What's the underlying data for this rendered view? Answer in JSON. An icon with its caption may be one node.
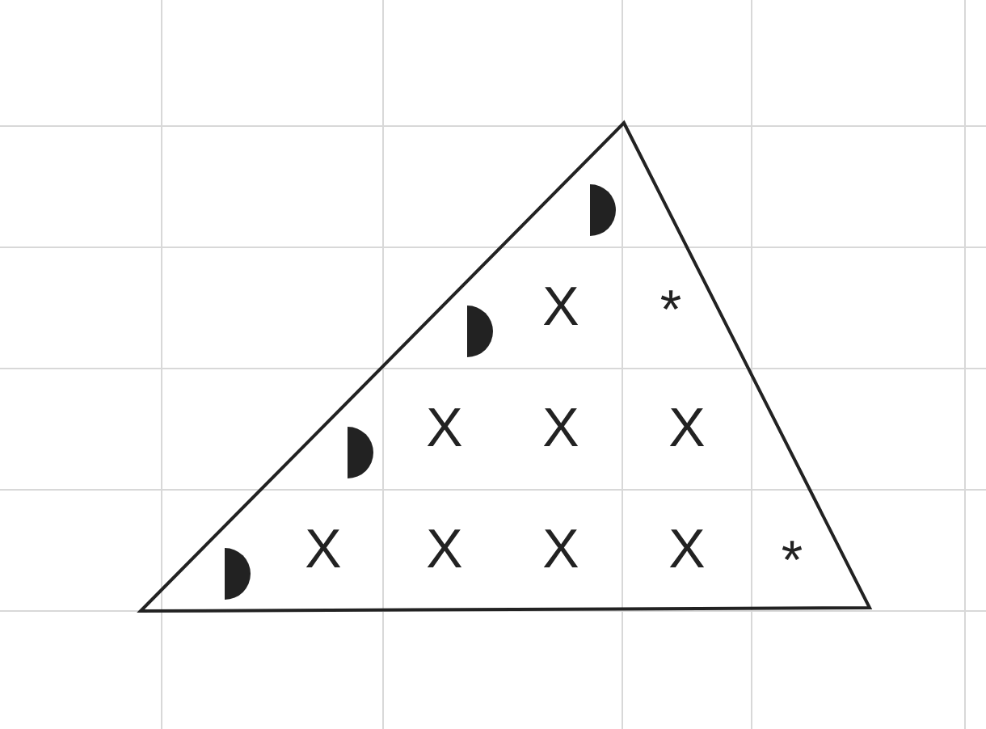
{
  "diagram": {
    "labels": [
      "X",
      "*",
      "X",
      "X",
      "X",
      "X",
      "X",
      "X",
      "X",
      "*"
    ]
  }
}
